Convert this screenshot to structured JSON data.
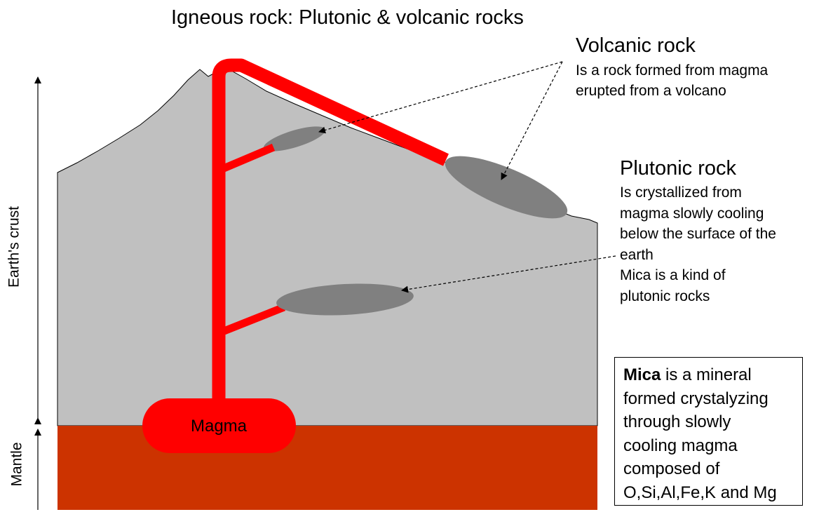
{
  "title": "Igneous rock: Plutonic & volcanic rocks",
  "volcanic": {
    "heading": "Volcanic rock",
    "lines": [
      "Is a rock formed from magma",
      "erupted from a volcano"
    ]
  },
  "plutonic": {
    "heading": "Plutonic rock",
    "lines": [
      "Is crystallized from",
      "magma slowly cooling",
      "below the surface of the",
      "earth",
      "Mica is a kind of",
      "plutonic rocks"
    ]
  },
  "magma_label": "Magma",
  "crust_label": "Earth's crust",
  "mantle_label": "Mantle",
  "mica_box": {
    "bold_word": "Mica",
    "first_line_rest": " is a mineral",
    "lines": [
      "formed crystalyzing",
      "through slowly",
      "cooling magma",
      "composed of",
      "O,Si,Al,Fe,K and Mg"
    ]
  },
  "colors": {
    "crust": "#c0c0c0",
    "mantle": "#cc3300",
    "magma": "#ff0000",
    "rock_body": "#808080"
  }
}
